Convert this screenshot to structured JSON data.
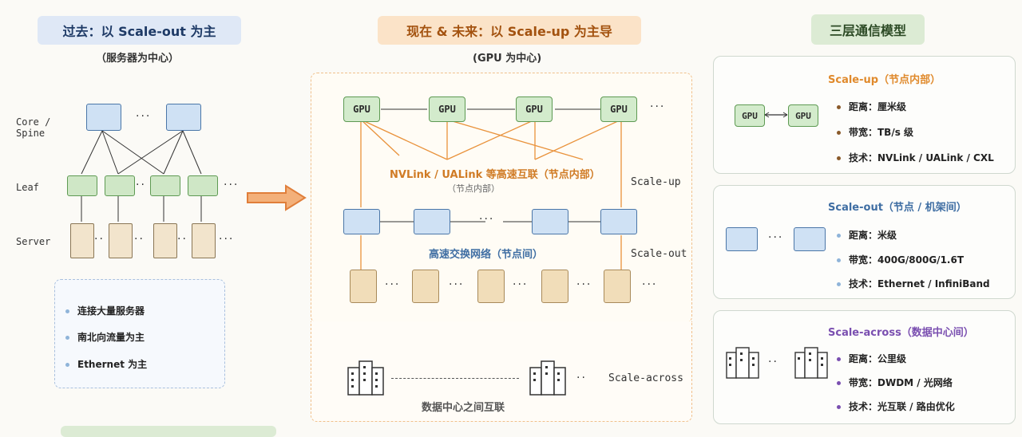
{
  "left": {
    "title": "过去：以 Scale-out 为主",
    "subtitle": "（服务器为中心）",
    "row_labels": {
      "core": "Core / Spine",
      "leaf": "Leaf",
      "server": "Server"
    },
    "features": [
      "连接大量服务器",
      "南北向流量为主",
      "Ethernet 为主"
    ],
    "bottom_tag": "……"
  },
  "center": {
    "title": "现在 & 未来：以 Scale-up 为主导",
    "subtitle": "(GPU 为中心)",
    "gpu_label": "GPU",
    "nvlink_label": "NVLink / UALink 等高速互联（节点内部）",
    "nvlink_sub": "（节点内部）",
    "scale_up": "Scale-up",
    "scale_out": "Scale-out",
    "network_label": "高速交换网络（节点间）",
    "scale_across": "Scale-across",
    "dc_label": "数据中心之间互联"
  },
  "right": {
    "title": "三层通信模型",
    "cards": [
      {
        "title": "Scale-up（节点内部）",
        "color": "#e08a2c",
        "bullets": [
          "距离：厘米级",
          "带宽：TB/s 级",
          "技术：NVLink / UALink / CXL"
        ],
        "dot": "#8a5a2a",
        "gpu": "GPU"
      },
      {
        "title": "Scale-out（节点 / 机架间）",
        "color": "#3f6ea3",
        "bullets": [
          "距离：米级",
          "带宽：400G/800G/1.6T",
          "技术：Ethernet / InfiniBand"
        ],
        "dot": "#8fb4d9"
      },
      {
        "title": "Scale-across（数据中心间）",
        "color": "#7a4fb0",
        "bullets": [
          "距离：公里级",
          "带宽：DWDM / 光网络",
          "技术：光互联 / 路由优化"
        ],
        "dot": "#7a4fb0"
      }
    ]
  },
  "colors": {
    "orange": "#e9923b",
    "blue": "#4a76a8",
    "green": "#5e9a53",
    "purple": "#7a4fb0"
  }
}
